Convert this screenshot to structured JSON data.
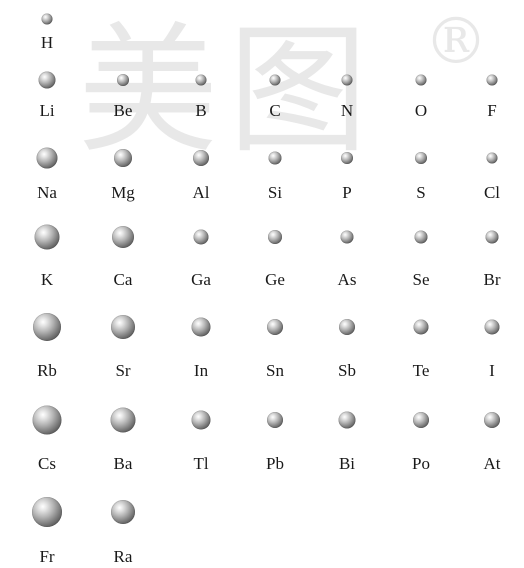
{
  "watermark": {
    "mark": "®"
  },
  "groups": [
    {
      "id": "g1",
      "elements": [
        {
          "symbol": "H",
          "radius_pm": 37
        },
        {
          "symbol": "Li",
          "radius_pm": 152
        },
        {
          "symbol": "Na",
          "radius_pm": 186
        },
        {
          "symbol": "K",
          "radius_pm": 227
        },
        {
          "symbol": "Rb",
          "radius_pm": 248
        },
        {
          "symbol": "Cs",
          "radius_pm": 265
        },
        {
          "symbol": "Fr",
          "radius_pm": 270
        }
      ]
    },
    {
      "id": "g2",
      "elements": [
        {
          "symbol": "Be",
          "radius_pm": 111
        },
        {
          "symbol": "Mg",
          "radius_pm": 160
        },
        {
          "symbol": "Ca",
          "radius_pm": 197
        },
        {
          "symbol": "Sr",
          "radius_pm": 215
        },
        {
          "symbol": "Ba",
          "radius_pm": 222
        },
        {
          "symbol": "Ra",
          "radius_pm": 220
        }
      ]
    },
    {
      "id": "g13",
      "elements": [
        {
          "symbol": "B",
          "radius_pm": 88
        },
        {
          "symbol": "Al",
          "radius_pm": 143
        },
        {
          "symbol": "Ga",
          "radius_pm": 135
        },
        {
          "symbol": "In",
          "radius_pm": 167
        },
        {
          "symbol": "Tl",
          "radius_pm": 170
        }
      ]
    },
    {
      "id": "g14",
      "elements": [
        {
          "symbol": "C",
          "radius_pm": 77
        },
        {
          "symbol": "Si",
          "radius_pm": 118
        },
        {
          "symbol": "Ge",
          "radius_pm": 122
        },
        {
          "symbol": "Sn",
          "radius_pm": 140
        },
        {
          "symbol": "Pb",
          "radius_pm": 146
        }
      ]
    },
    {
      "id": "g15",
      "elements": [
        {
          "symbol": "N",
          "radius_pm": 70
        },
        {
          "symbol": "P",
          "radius_pm": 110
        },
        {
          "symbol": "As",
          "radius_pm": 121
        },
        {
          "symbol": "Sb",
          "radius_pm": 141
        },
        {
          "symbol": "Bi",
          "radius_pm": 150
        }
      ]
    },
    {
      "id": "g16",
      "elements": [
        {
          "symbol": "O",
          "radius_pm": 66
        },
        {
          "symbol": "S",
          "radius_pm": 104
        },
        {
          "symbol": "Se",
          "radius_pm": 117
        },
        {
          "symbol": "Te",
          "radius_pm": 137
        },
        {
          "symbol": "Po",
          "radius_pm": 140
        }
      ]
    },
    {
      "id": "g17",
      "elements": [
        {
          "symbol": "F",
          "radius_pm": 64
        },
        {
          "symbol": "Cl",
          "radius_pm": 99
        },
        {
          "symbol": "Br",
          "radius_pm": 114
        },
        {
          "symbol": "I",
          "radius_pm": 133
        },
        {
          "symbol": "At",
          "radius_pm": 140
        }
      ]
    }
  ]
}
